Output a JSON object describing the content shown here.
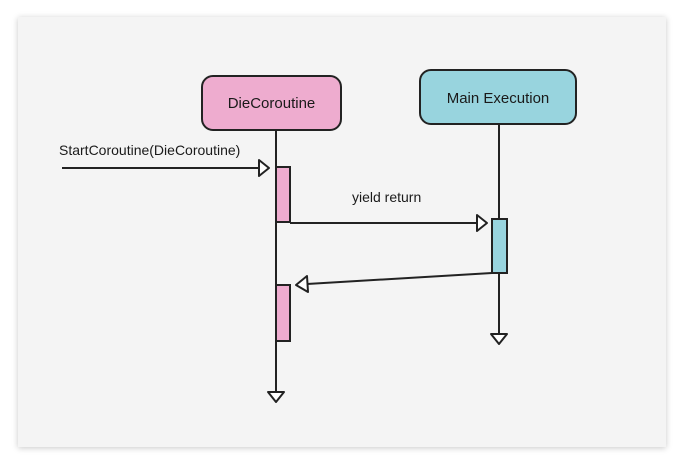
{
  "diagram": {
    "participants": [
      {
        "id": "die",
        "label": "DieCoroutine",
        "color": "#eeaccf"
      },
      {
        "id": "main",
        "label": "Main Execution",
        "color": "#98d4de"
      }
    ],
    "messages": [
      {
        "from": "external",
        "to": "die",
        "label": "StartCoroutine(DieCoroutine)"
      },
      {
        "from": "die",
        "to": "main",
        "label": "yield return"
      },
      {
        "from": "main",
        "to": "die",
        "label": ""
      }
    ],
    "stroke_color": "#222222"
  }
}
